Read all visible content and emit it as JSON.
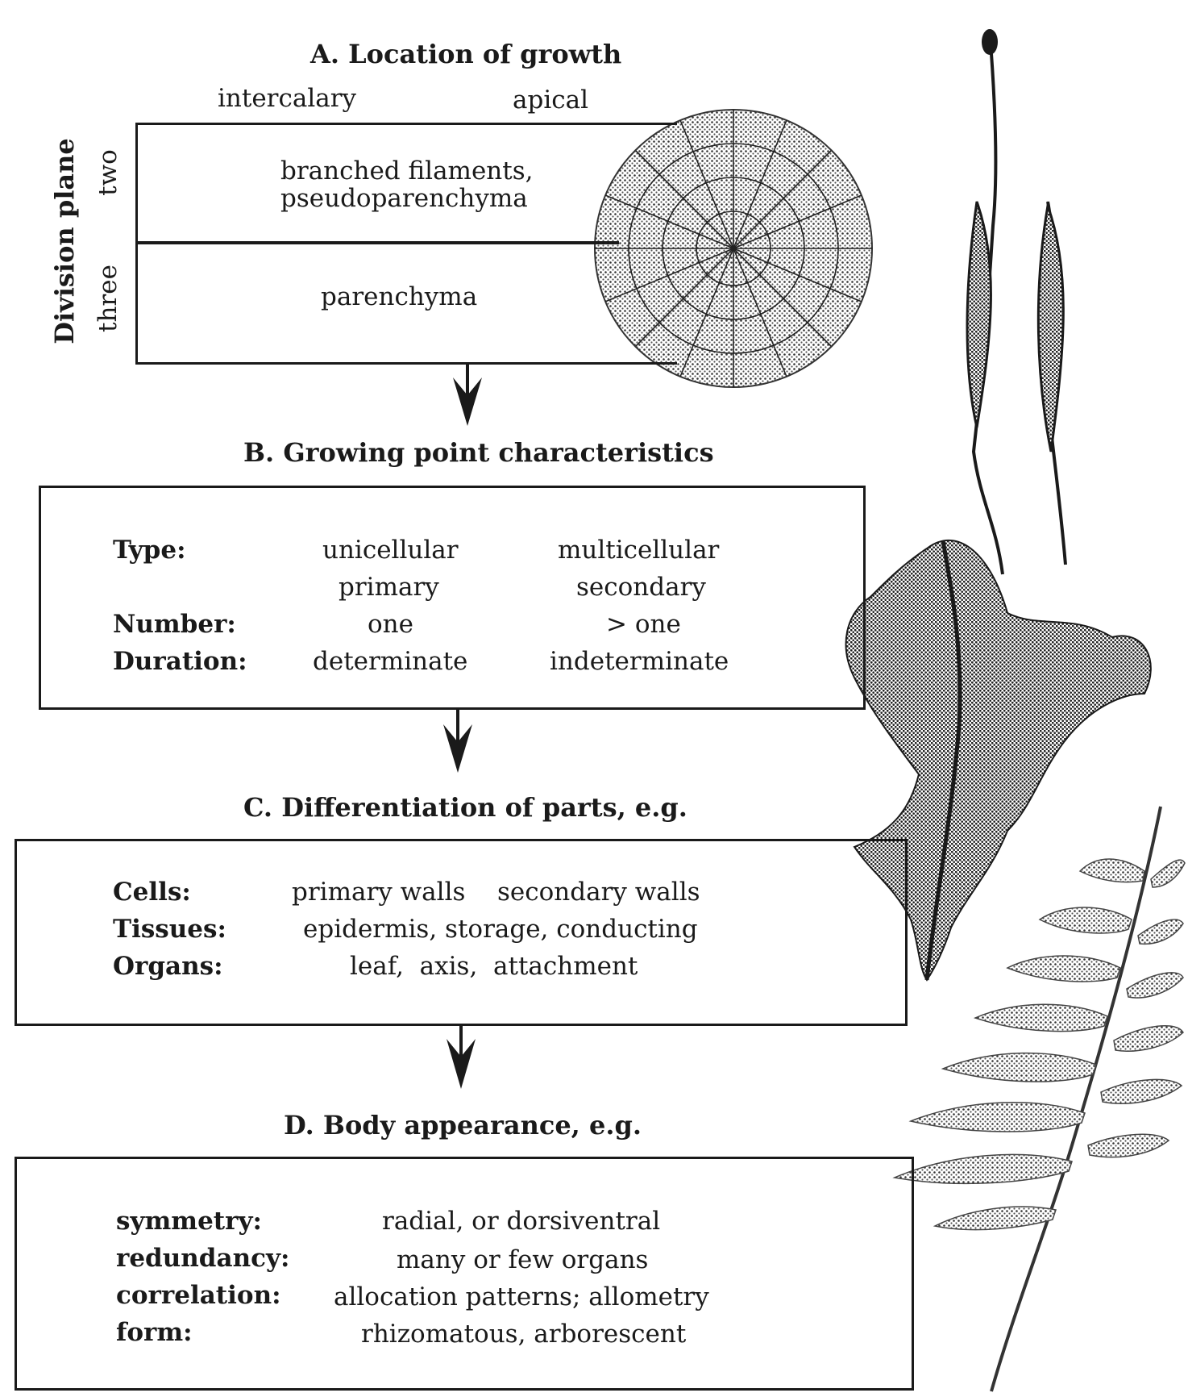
{
  "section_a": {
    "heading": "A. Location of growth",
    "col_intercalary": "intercalary",
    "col_apical": "apical",
    "axis_label": "Division plane",
    "row_two": "two",
    "row_three": "three",
    "cell_two_line1": "branched filaments,",
    "cell_two_line2": "pseudoparenchyma",
    "cell_three": "parenchyma"
  },
  "section_b": {
    "heading": "B. Growing point characteristics",
    "type_label": "Type:",
    "type_col1": "unicellular",
    "type_col2": "multicellular",
    "type_col1b": "primary",
    "type_col2b": "secondary",
    "number_label": "Number:",
    "number_col1": "one",
    "number_col2": "> one",
    "duration_label": "Duration:",
    "duration_col1": "determinate",
    "duration_col2": "indeterminate"
  },
  "section_c": {
    "heading": "C. Differentiation of parts, e.g.",
    "cells_label": "Cells:",
    "cells_col1": "primary walls",
    "cells_col2": "secondary walls",
    "tissues_label": "Tissues:",
    "tissues_value": "epidermis, storage, conducting",
    "organs_label": "Organs:",
    "organs_value": "leaf,  axis,  attachment"
  },
  "section_d": {
    "heading": "D. Body appearance, e.g.",
    "symmetry_label": "symmetry:",
    "symmetry_value": "radial, or dorsiventral",
    "redundancy_label": "redundancy:",
    "redundancy_value": "many or few organs",
    "correlation_label": "correlation:",
    "correlation_value": "allocation patterns; allometry",
    "form_label": "form:",
    "form_value": "rhizomatous, arborescent"
  },
  "colors": {
    "ink": "#1a1a1a",
    "stipple": "#555555",
    "background": "#ffffff"
  }
}
